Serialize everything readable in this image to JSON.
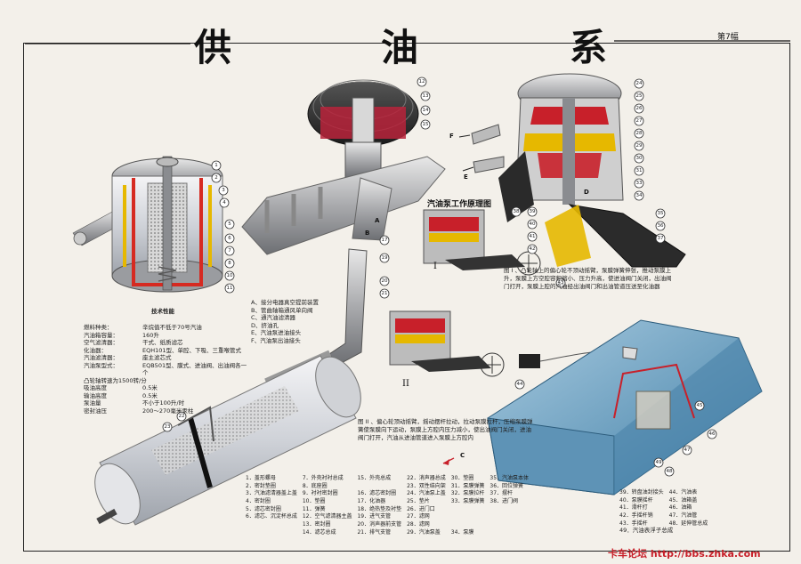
{
  "title_chars": [
    "供",
    "油",
    "系"
  ],
  "plate": "第7幅",
  "watermark": "卡车论坛 http://bbs.zhka.com",
  "pump_diagram_title": "汽油泵工作原理图",
  "roman_1": "I",
  "roman_2": "II",
  "point_labels": [
    "F",
    "E",
    "A",
    "B",
    "C",
    "D"
  ],
  "spec_heading": "技术性能",
  "spec_rows": [
    {
      "k": "燃料种类：",
      "v": "辛烷值不低于70号汽油"
    },
    {
      "k": "汽油箱容量：",
      "v": "160升"
    },
    {
      "k": "空气滤清器：",
      "v": "干式、纸质滤芯"
    },
    {
      "k": "化油器：",
      "v": "EQH101型、单腔、下吸、三重喉管式"
    },
    {
      "k": "汽油滤清器：",
      "v": "座主滤芯式"
    },
    {
      "k": "汽油泵型式：",
      "v": "EQB501型、膜式、进油阀、出油阀各一个"
    },
    {
      "k": "凸轮轴转速为1500转/分",
      "v": ""
    },
    {
      "k": "吸油高度",
      "v": "0.5米"
    },
    {
      "k": "输油高度",
      "v": "0.5米"
    },
    {
      "k": "泵油量",
      "v": "不小于100升/时"
    },
    {
      "k": "密封油压",
      "v": "200～270毫米汞柱"
    }
  ],
  "arrow_legend": [
    "A、接分电器真空提前装置",
    "B、管曲轴箱通风单向阀",
    "C、通汽油滤清器",
    "D、挤油孔",
    "E、汽油泵进油接头",
    "F、汽油泵出油接头"
  ],
  "caption_1": "图 I 、凸轮轴上的偏心轮不顶动摇臂，泵膜弹簧伸张，推动泵膜上升，泵膜上方空腔容积缩小、压力升高，使进油阀门关闭，出油阀门打开，泵膜上腔的汽油经出油阀门和出油管道压送至化油器",
  "caption_2": "图 II 、偏心轮顶动摇臂，摇动摆杆拉动，拉动泵膜拉杆，压缩泵膜弹簧使泵膜向下运动，泵膜上方腔内压力减小，使出油阀门关闭，进油阀门打开，汽油从进油管道进入泵膜上方腔内",
  "parts": [
    "1．盖形螺母",
    "2．密封垫圈",
    "3．汽油滤清器盖上盖",
    "4．密封圈",
    "5．滤芯密封圈",
    "6．滤芯、沉淀杯总成",
    "7．外壳衬衬总成",
    "8．底座圈",
    "9．衬衬密封圈",
    "10．垫圈",
    "11．弹簧",
    "12．空气滤清器主盖",
    "13．密封圈",
    "14．滤芯总成",
    "15．外壳总成",
    "16．滤芯密封圈",
    "17．化油器",
    "18．绝热垫及衬垫",
    "19．进气支管",
    "20．消声器前支管",
    "21．排气支管",
    "22．消声器总成",
    "23．双性结向架",
    "24．汽油泵上盖",
    "25．垫片",
    "26．进门口",
    "27．滤网",
    "28．滤网",
    "29．汽油泵盖",
    "30．垫圈",
    "31．泵膜弹簧",
    "32．泵膜拉杆",
    "33．泵膜弹簧",
    "34．泵膜",
    "35．汽油泵本体",
    "36．回位弹簧",
    "37．摆杆",
    "38．进门阀",
    "39．转盘油封接头",
    "40．泵膜摇杆",
    "41．滑杆打",
    "42．手摇杆销",
    "43．手摇杆",
    "44．汽油表",
    "45．油箱盖",
    "46．油箱",
    "47．汽油管",
    "48．延伸管总成",
    "49．汽油表浮子总成"
  ]
}
